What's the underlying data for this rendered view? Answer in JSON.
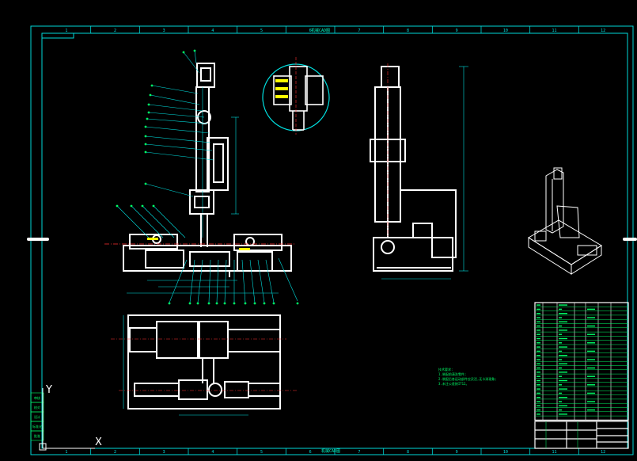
{
  "colors": {
    "background": "#000000",
    "frame": "#00d8d8",
    "part": "#ffffff",
    "leader": "#00e0e0",
    "text": "#00ff66",
    "centerline": "#ff3030",
    "accent": "#ffff00"
  },
  "drawing": {
    "top_caption": "机械CAD图",
    "bottom_caption": "机械CAD图",
    "zone_numbers": [
      "1",
      "2",
      "3",
      "4",
      "5",
      "6",
      "7",
      "8",
      "9",
      "10",
      "11",
      "12"
    ],
    "notes_title": "技术要求:",
    "notes": [
      "1.装配前清洗零件;",
      "2.装配后各运动部件应灵活,无卡滞现象;",
      "3.未注公差按IT12。"
    ]
  },
  "ucs": {
    "y_label": "Y",
    "x_label": "X"
  },
  "left_stamp": [
    "审核",
    "校对",
    "设计",
    "标准化",
    "批准"
  ],
  "parts_list": {
    "row_count": 28
  }
}
